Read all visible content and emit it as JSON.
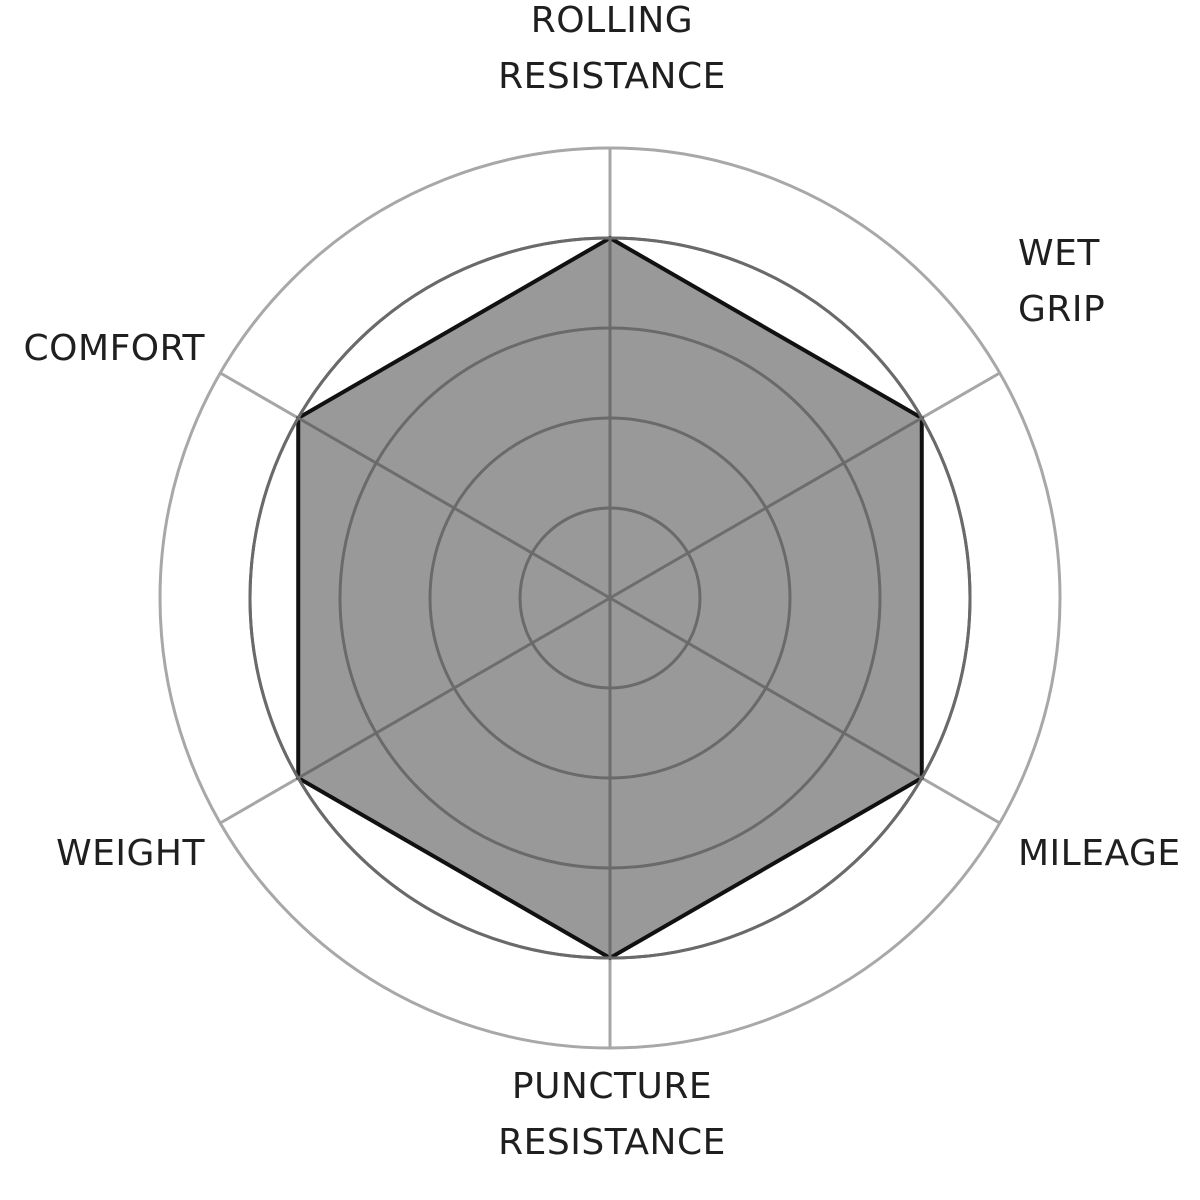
{
  "chart_data": {
    "type": "radar",
    "title": "",
    "axes": [
      {
        "key": "rolling",
        "label_lines": [
          "ROLLING",
          "RESISTANCE"
        ]
      },
      {
        "key": "wet_grip",
        "label_lines": [
          "WET",
          "GRIP"
        ]
      },
      {
        "key": "mileage",
        "label_lines": [
          "MILEAGE"
        ]
      },
      {
        "key": "puncture",
        "label_lines": [
          "PUNCTURE",
          "RESISTANCE"
        ]
      },
      {
        "key": "weight",
        "label_lines": [
          "WEIGHT"
        ]
      },
      {
        "key": "comfort",
        "label_lines": [
          "COMFORT"
        ]
      }
    ],
    "values": [
      4,
      4,
      4,
      4,
      4,
      4
    ],
    "range": [
      0,
      5
    ],
    "grid_levels": 5,
    "colors": {
      "fill": "#999999",
      "stroke": "#111111",
      "grid": "#8f8f8f",
      "text": "#1f1f1f"
    }
  }
}
